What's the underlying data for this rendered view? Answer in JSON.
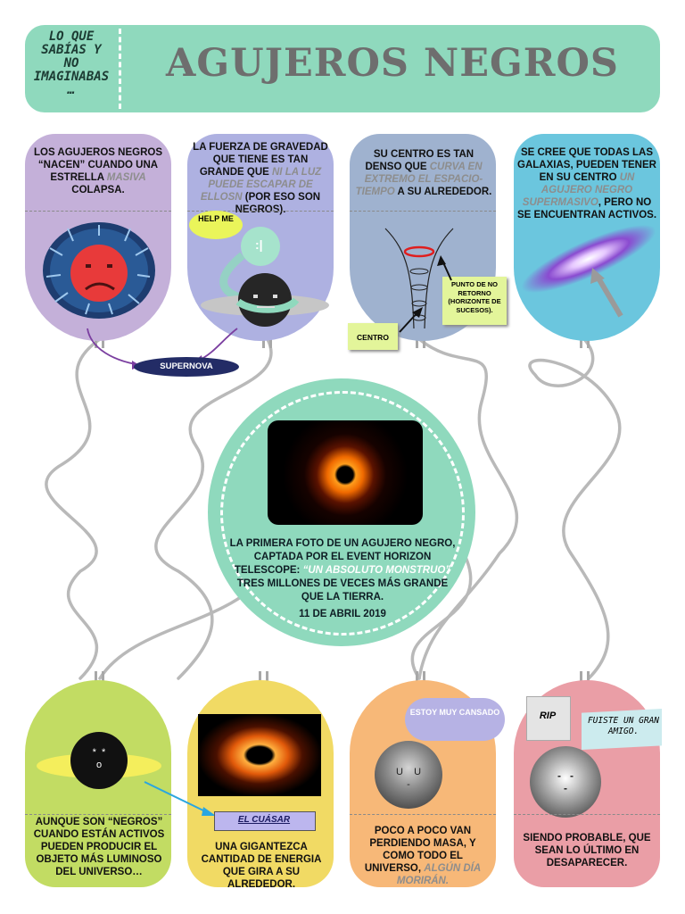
{
  "header": {
    "subtitle": "LO QUE\nSABÍAS Y\nNO\nIMAGINABAS\n…",
    "title": "AGUJEROS NEGROS"
  },
  "cards_top": [
    {
      "text_a": "LOS AGUJEROS NEGROS “NACEN” CUANDO UNA ESTRELLA ",
      "text_b": "MASIVA",
      "text_c": " COLAPSA."
    },
    {
      "text_a": "LA FUERZA DE GRAVEDAD QUE TIENE ES TAN GRANDE QUE ",
      "text_b": "NI LA LUZ PUEDE ESCAPAR DE ELLOSN",
      "text_c": " (POR ESO SON NEGROS).",
      "bubble": "HELP ME",
      "ghost": ":|"
    },
    {
      "text_a": "SU CENTRO ES TAN DENSO QUE ",
      "text_b": "CURVA  EN EXTREMO EL ESPACIO-TIEMPO",
      "text_c": " A SU ALREDEDOR.",
      "label_point": "PUNTO DE NO RETORNO (HORIZONTE DE SUCESOS).",
      "label_center": "CENTRO"
    },
    {
      "text_a": "SE CREE QUE TODAS LAS GALAXIAS, PUEDEN TENER EN SU CENTRO ",
      "text_b": "UN AGUJERO NEGRO SUPERMASIVO",
      "text_c": ", PERO NO SE ENCUENTRAN ACTIVOS."
    }
  ],
  "supernova": "SUPERNOVA",
  "center": {
    "line1": "LA PRIMERA FOTO DE UN AGUJERO NEGRO,",
    "line2": "CAPTADA POR EL EVENT HORIZON",
    "line3a": "TELESCOPE: ",
    "line3b": "“UN ABSOLUTO MONSTRUO”",
    "line4": "TRES MILLONES DE VECES MÁS GRANDE",
    "line5": "QUE LA TIERRA.",
    "date": "11 DE ABRIL 2019"
  },
  "cards_bottom": [
    {
      "text": "AUNQUE SON “NEGROS” CUANDO ESTÁN ACTIVOS PUEDEN PRODUCIR EL OBJETO MÁS LUMINOSO DEL UNIVERSO…",
      "face": "*  *\no"
    },
    {
      "banner": "EL CUÁSAR",
      "text": "UNA GIGANTEZCA CANTIDAD DE ENERGIA QUE GIRA A SU ALREDEDOR."
    },
    {
      "bubble": "ESTOY MUY CANSADO",
      "face": "U    U\n-",
      "text_a": "POCO A POCO VAN PERDIENDO MASA, Y COMO TODO EL UNIVERSO, ",
      "text_b": "ALGÚN DÍA MORIRÁN."
    },
    {
      "rip": "RIP",
      "flag": "FUISTE UN GRAN AMIGO.",
      "face": "-   -\n-",
      "text": "SIENDO PROBABLE, QUE SEAN  LO ÚLTIMO EN DESAPARECER."
    }
  ],
  "colors": {
    "mint": "#8fd9bd",
    "lavender": "#c4b0d9",
    "periwinkle": "#aeb1e1",
    "steel": "#9fb2cf",
    "sky": "#6bc6de",
    "lime": "#c2dc63",
    "yellow": "#f1da64",
    "peach": "#f7b878",
    "pink": "#ea9ea6"
  }
}
